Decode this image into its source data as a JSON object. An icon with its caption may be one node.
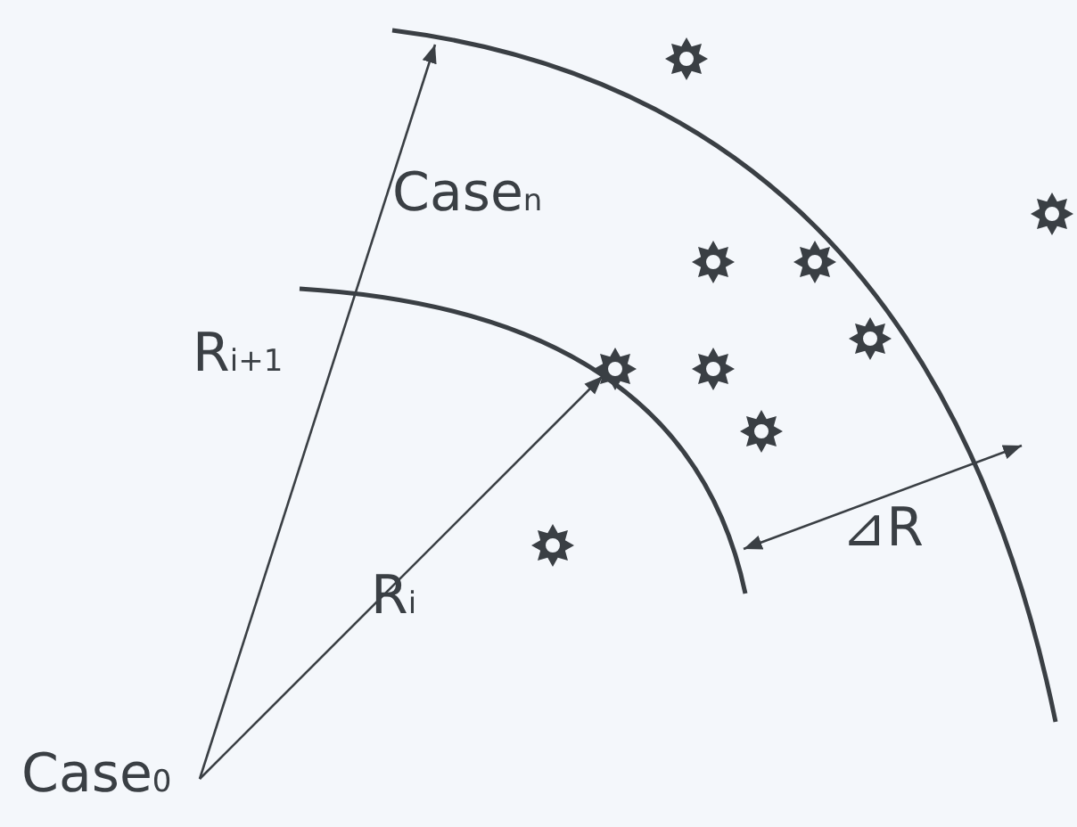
{
  "diagram": {
    "labels": [
      "Case$_{n}$",
      "R$_{i+1}$",
      "⊿R",
      "R$_{i}$",
      "Case$_{0}$"
    ]
  }
}
